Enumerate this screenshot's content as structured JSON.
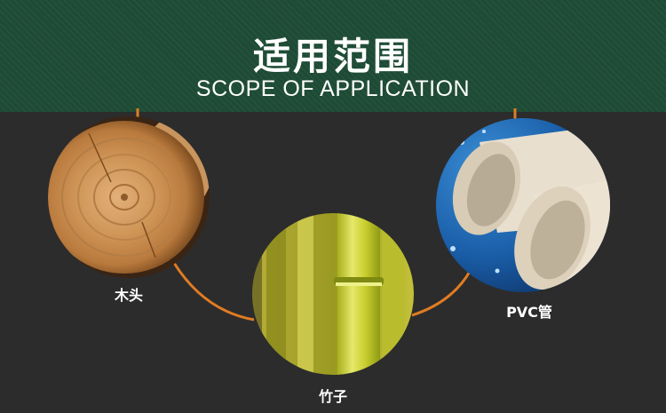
{
  "header": {
    "title": "适用范围",
    "subtitle": "SCOPE OF APPLICATION"
  },
  "items": [
    {
      "label": "木头",
      "icon": "wood-log-image"
    },
    {
      "label": "竹子",
      "icon": "bamboo-image"
    },
    {
      "label": "PVC管",
      "icon": "pvc-pipe-image"
    }
  ],
  "colors": {
    "header_bg": "#1e4b35",
    "page_bg": "#2c2c2c",
    "connector": "#e07c22"
  }
}
